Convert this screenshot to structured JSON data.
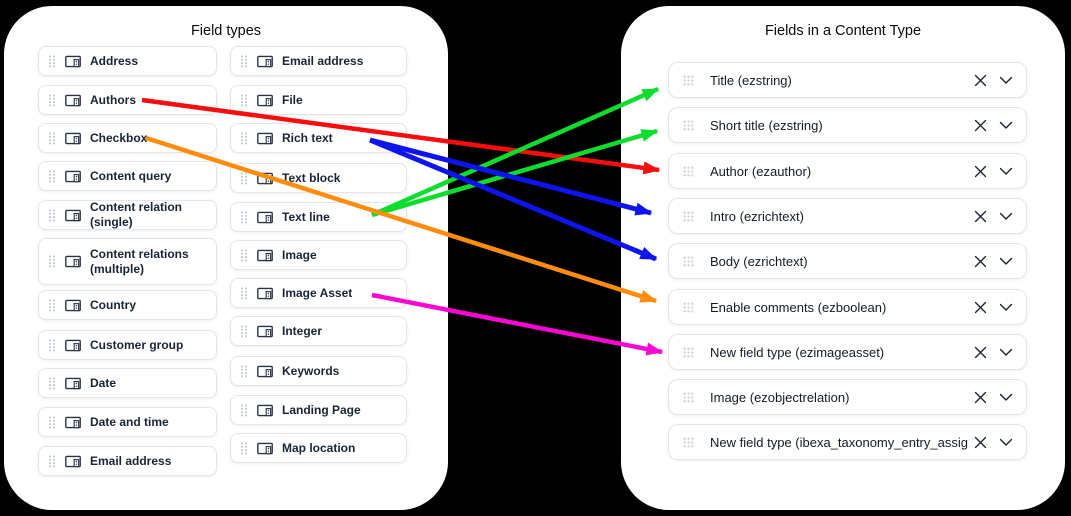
{
  "left_panel": {
    "title": "Field types",
    "columns": [
      {
        "items": [
          "Address",
          "Authors",
          "Checkbox",
          "Content query",
          "Content relation (single)",
          "Content relations (multiple)",
          "Country",
          "Customer group",
          "Date",
          "Date and time",
          "Email address"
        ]
      },
      {
        "items": [
          "Email address",
          "File",
          "Rich text",
          "Text block",
          "Text line",
          "Image",
          "Image Asset",
          "Integer",
          "Keywords",
          "Landing Page",
          "Map location"
        ]
      }
    ],
    "item_icons": {
      "drag_handle": "drag-handle-icon",
      "field_type": "field-type-icon"
    }
  },
  "right_panel": {
    "title": "Fields in a Content Type",
    "items": [
      "Title (ezstring)",
      "Short title (ezstring)",
      "Author (ezauthor)",
      "Intro (ezrichtext)",
      "Body (ezrichtext)",
      "Enable comments (ezboolean)",
      "New field type (ezimageasset)",
      "Image (ezobjectrelation)",
      "New field type (ibexa_taxonomy_entry_assign..."
    ],
    "item_actions": {
      "remove": "close-icon",
      "expand": "chevron-down-icon"
    }
  },
  "connections": [
    {
      "from": "Authors",
      "to": "Author (ezauthor)",
      "color": "#f70d0d"
    },
    {
      "from": "Text line",
      "to": "Title (ezstring)",
      "color": "#0ddd2d"
    },
    {
      "from": "Text line",
      "to": "Short title (ezstring)",
      "color": "#0ddd2d"
    },
    {
      "from": "Rich text",
      "to": "Intro (ezrichtext)",
      "color": "#0d14ee"
    },
    {
      "from": "Rich text",
      "to": "Body (ezrichtext)",
      "color": "#0d14ee"
    },
    {
      "from": "Checkbox",
      "to": "Enable comments (ezboolean)",
      "color": "#ff8c0c"
    },
    {
      "from": "Image Asset",
      "to": "New field type (ezimageasset)",
      "color": "#fb07d4"
    }
  ],
  "colors": {
    "background": "#000000",
    "panel_background": "#ffffff",
    "item_border": "#e2e6ec",
    "left_label": "#1a2534",
    "right_label": "#131c26"
  }
}
